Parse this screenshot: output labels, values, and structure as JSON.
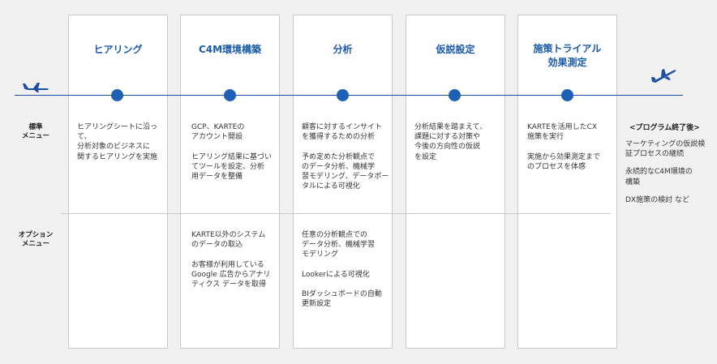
{
  "stages": [
    {
      "title": "ヒアリング",
      "standard": "ヒアリングシートに沿って、\n分析対象のビジネスに\n関するヒアリングを実施",
      "option": ""
    },
    {
      "title": "C4M環境構築",
      "standard": "GCP、KARTEの\nアカウント開設\n\nヒアリング結果に基づい\nてツールを設定、分析\n用データを整備",
      "option": "KARTE以外のシステム\nのデータの取込\n\nお客様が利用している\nGoogle 広告からアナリ\nティクス データを取得"
    },
    {
      "title": "分析",
      "standard": "顧客に対するインサイト\nを獲得するための分析\n\n予め定めた分析観点で\nのデータ分析、機械学\n習モデリング、データポー\nタルによる可視化",
      "option": "任意の分析観点での\nデータ分析、機械学習\nモデリング\n\nLookerによる可視化\n\nBIダッシュボードの自動\n更新設定"
    },
    {
      "title": "仮説設定",
      "standard": "分析結果を踏まえて、\n課題に対する対策や\n今後の方向性の仮説\nを設定",
      "option": ""
    },
    {
      "title": "施策トライアル\n効果測定",
      "standard": "KARTEを活用したCX\n施策を実行\n\n実施から効果測定まで\nのプロセスを体感",
      "option": ""
    }
  ],
  "row_labels": {
    "standard": "標準\nメニュー",
    "option": "オプション\nメニュー"
  },
  "after_program": {
    "title": "<プログラム終了後>",
    "items": [
      "マーケティングの仮説検\n証プロセスの継続",
      "永続的なC4M環境の\n構築",
      "DX施策の検討 など"
    ]
  },
  "colors": {
    "accent": "#1a5aa8",
    "dot": "#1d60b5",
    "background": "#f1f1f1",
    "card": "#ffffff"
  },
  "icons": {
    "start": "airplane-takeoff-icon",
    "end": "airplane-landing-icon"
  }
}
